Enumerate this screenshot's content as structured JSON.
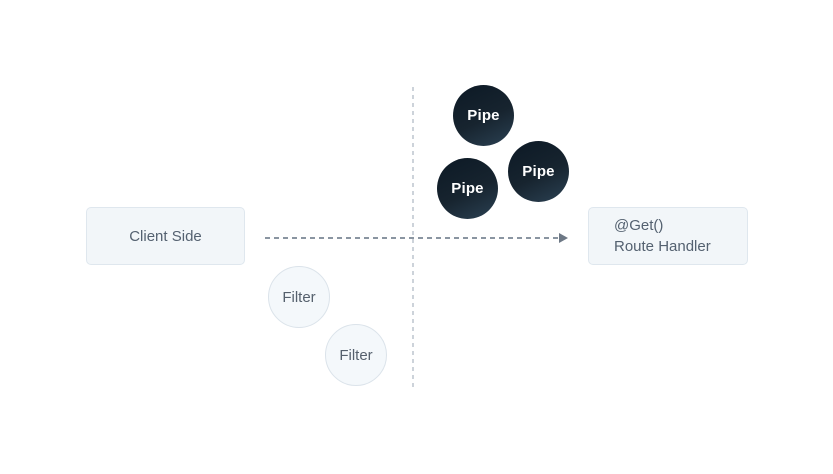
{
  "diagram": {
    "title": "request-pipeline-diagram",
    "client_box": {
      "label": "Client Side"
    },
    "route_box": {
      "line1": "@Get()",
      "line2": "Route Handler"
    },
    "pipes": [
      {
        "label": "Pipe"
      },
      {
        "label": "Pipe"
      },
      {
        "label": "Pipe"
      }
    ],
    "filters": [
      {
        "label": "Filter"
      },
      {
        "label": "Filter"
      }
    ],
    "colors": {
      "background": "#ffffff",
      "node_box_fill": "#f2f6f9",
      "node_box_border": "#dfe7ee",
      "node_text": "#546170",
      "pipe_fill_dark": "#0d1a26",
      "pipe_fill_light": "#2b4153",
      "pipe_text": "#ffffff",
      "filter_fill": "#f4f8fb",
      "filter_border": "#dbe3ea",
      "arrow_line": "#8a95a1",
      "arrow_head": "#6d7885",
      "divider_line": "#cdd3da"
    }
  }
}
